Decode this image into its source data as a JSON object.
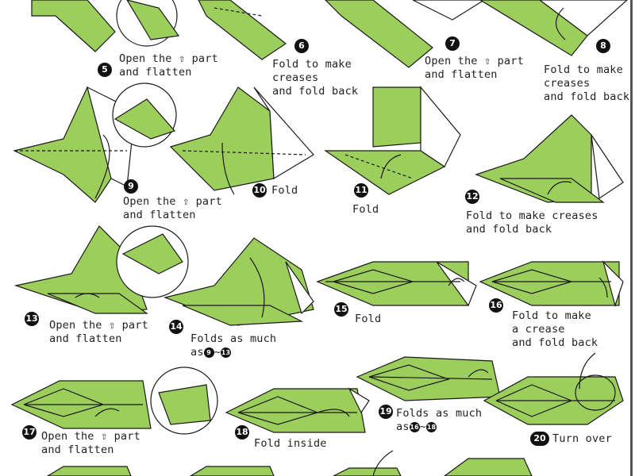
{
  "colors": {
    "paper": "#9cce5c",
    "paper_back": "#ffffff",
    "line": "#1a1a1a",
    "badge": "#111111"
  },
  "steps": [
    {
      "num": "5",
      "lines": [
        "Open the ⇧ part",
        "and flatten"
      ]
    },
    {
      "num": "6",
      "lines": [
        "Fold to make",
        "creases",
        "and fold back"
      ]
    },
    {
      "num": "7",
      "lines": [
        "Open the ⇧ part",
        "and flatten"
      ]
    },
    {
      "num": "8",
      "lines": [
        "Fold to make",
        "creases",
        "and fold back"
      ]
    },
    {
      "num": "9",
      "lines": [
        "Open the ⇧ part",
        "and flatten"
      ]
    },
    {
      "num": "10",
      "lines": [
        "Fold"
      ]
    },
    {
      "num": "11",
      "lines": [
        "Fold"
      ]
    },
    {
      "num": "12",
      "lines": [
        "Fold to make creases",
        "and fold back"
      ]
    },
    {
      "num": "13",
      "lines": [
        "Open the ⇧ part",
        "and flatten"
      ]
    },
    {
      "num": "14",
      "lines": [
        "Folds as much",
        "as"
      ],
      "ref_from": "9",
      "ref_sep": "~",
      "ref_to": "13"
    },
    {
      "num": "15",
      "lines": [
        "Fold"
      ]
    },
    {
      "num": "16",
      "lines": [
        "Fold to make",
        "a crease",
        "and fold back"
      ]
    },
    {
      "num": "17",
      "lines": [
        "Open the ⇧ part",
        "and flatten"
      ]
    },
    {
      "num": "18",
      "lines": [
        "Fold inside"
      ]
    },
    {
      "num": "19",
      "lines": [
        "Folds as much",
        "as"
      ],
      "ref_from": "16",
      "ref_sep": "~",
      "ref_to": "18"
    },
    {
      "num": "20",
      "lines": [
        "Turn over"
      ]
    }
  ]
}
